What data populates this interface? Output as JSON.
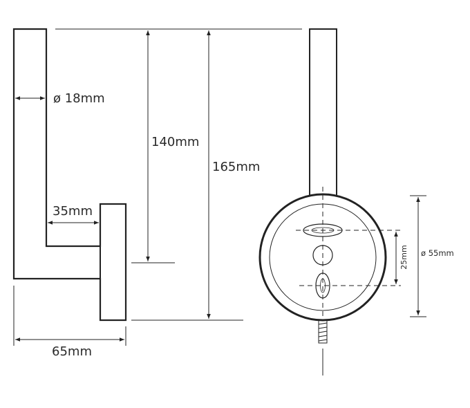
{
  "dimensions": {
    "tube_diameter": "ø 18mm",
    "inner_height": "140mm",
    "total_height": "165mm",
    "projection": "35mm",
    "total_depth": "65mm",
    "fixing_spacing": "25mm",
    "base_diameter": "ø 55mm"
  },
  "colors": {
    "line": "#222222",
    "text": "#2a2a2a",
    "background": "#ffffff"
  }
}
